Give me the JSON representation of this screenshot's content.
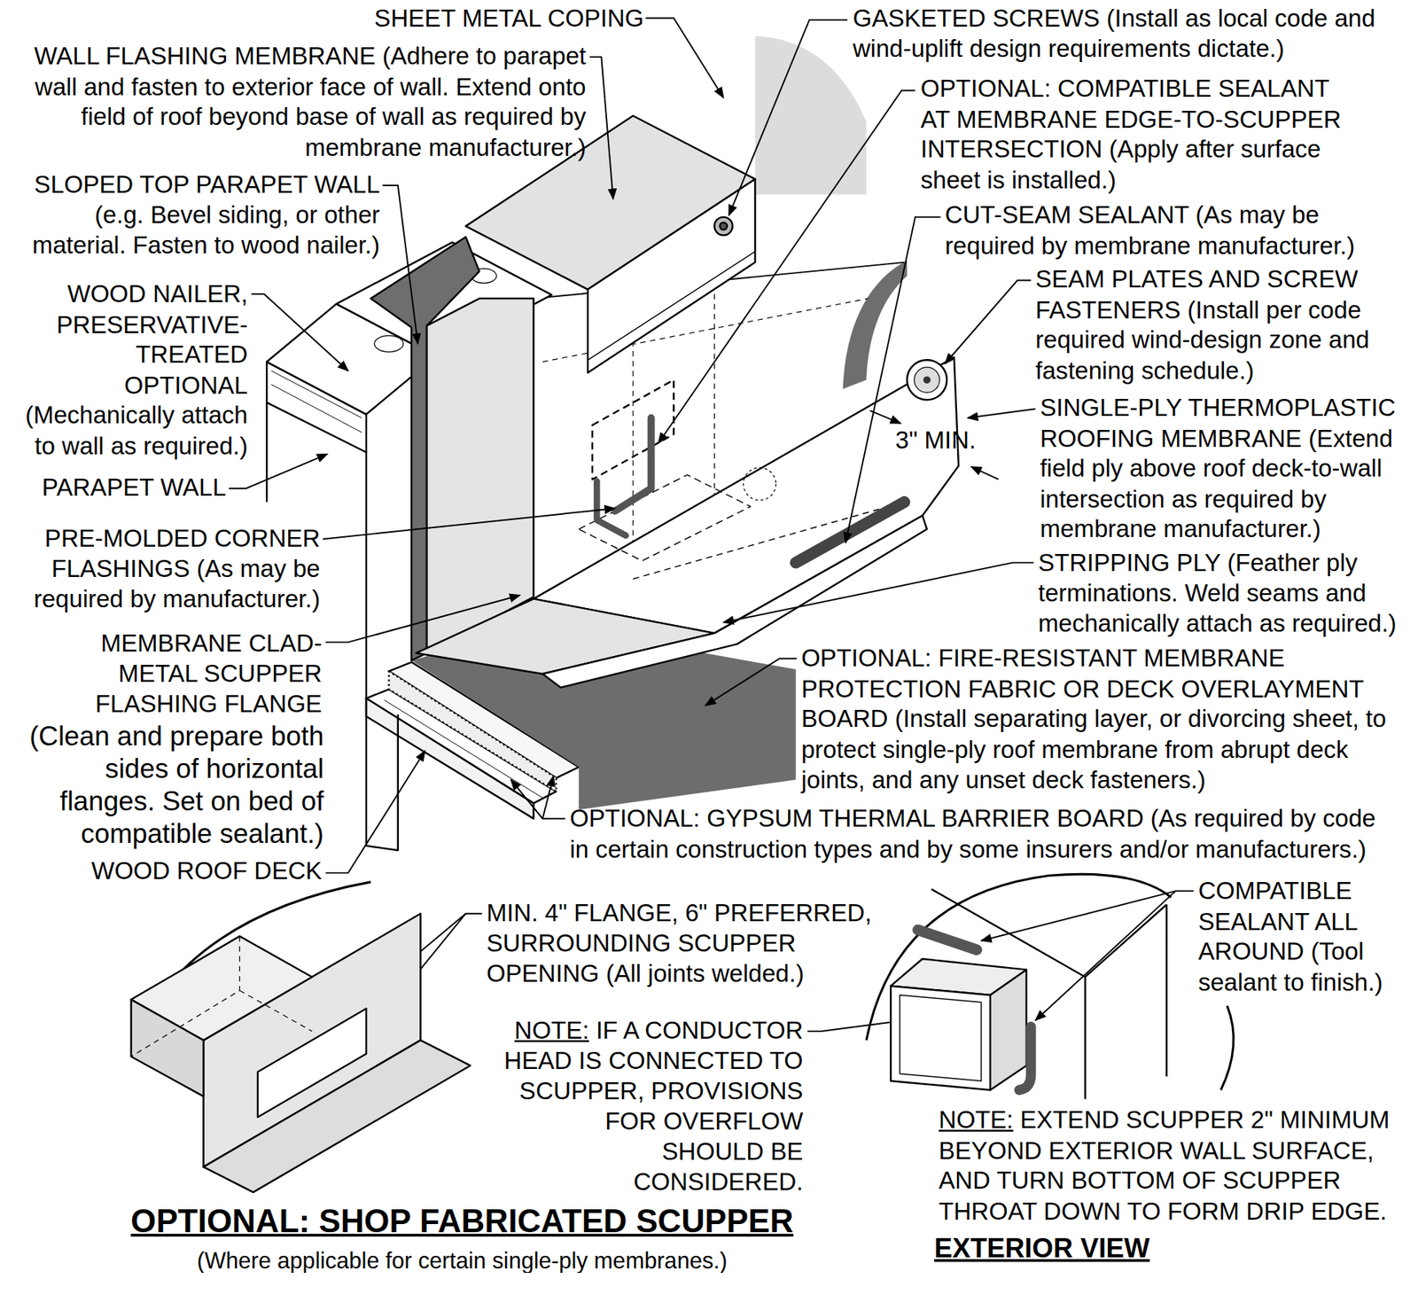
{
  "diagram": {
    "labels": [
      "SHEET METAL COPING",
      "WALL FLASHING MEMBRANE (Adhere to parapet wall and fasten to exterior face of wall.  Extend onto field of roof beyond base of wall as required by membrane manufacturer.)",
      "SLOPED TOP PARAPET WALL (e.g. Bevel siding, or other material. Fasten to wood nailer.)",
      "WOOD NAILER, PRESERVATIVE-TREATED OPTIONAL (Mechanically attach to wall as required.)",
      "PARAPET WALL",
      "PRE-MOLDED CORNER FLASHINGS (As may be required by manufacturer.)",
      "MEMBRANE CLAD-METAL SCUPPER FLASHING FLANGE",
      "(Clean and prepare both sides of horizontal flanges. Set on bed of compatible sealant.)",
      "WOOD ROOF DECK",
      "GASKETED SCREWS (Install as local code and wind-uplift design requirements dictate.)",
      "OPTIONAL: COMPATIBLE SEALANT AT MEMBRANE EDGE-TO-SCUPPER INTERSECTION (Apply after surface sheet is installed.)",
      "CUT-SEAM SEALANT (As may be required by membrane manufacturer.)",
      "SEAM PLATES AND SCREW FASTENERS (Install per code required wind-design zone and fastening schedule.)",
      "3\" MIN.",
      "SINGLE-PLY THERMOPLASTIC ROOFING MEMBRANE (Extend field ply above roof deck-to-wall intersection as required by membrane manufacturer.)",
      "STRIPPING PLY (Feather ply terminations. Weld seams and mechanically attach as required.)",
      "OPTIONAL: FIRE-RESISTANT MEMBRANE PROTECTION FABRIC OR DECK OVERLAYMENT BOARD (Install separating layer, or divorcing sheet, to protect single-ply roof membrane from abrupt deck joints, and any unset deck fasteners.)",
      "OPTIONAL: GYPSUM THERMAL BARRIER BOARD (As required by code in certain construction types and by some insurers and/or manufacturers.)",
      "MIN. 4\" FLANGE, 6\" PREFERRED, SURROUNDING SCUPPER OPENING (All joints welded.)",
      "NOTE:",
      "IF A CONDUCTOR HEAD IS CONNECTED TO SCUPPER, PROVISIONS FOR OVERFLOW SHOULD BE CONSIDERED.",
      "OPTIONAL: SHOP FABRICATED SCUPPER",
      "(Where applicable for certain single-ply membranes.)",
      "COMPATIBLE SEALANT ALL AROUND (Tool sealant to finish.)",
      "NOTE:",
      "EXTEND SCUPPER 2\" MINIMUM BEYOND EXTERIOR WALL SURFACE, AND TURN BOTTOM OF SCUPPER THROAT DOWN TO FORM DRIP EDGE.",
      "EXTERIOR VIEW"
    ]
  }
}
